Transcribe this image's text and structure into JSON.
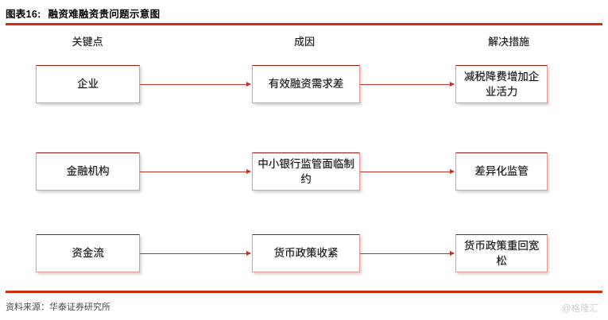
{
  "figure": {
    "label": "图表16:",
    "title": "融资难融资贵问题示意图",
    "rule_color": "#d42a10"
  },
  "columns": [
    {
      "key": "key_points",
      "header": "关键点"
    },
    {
      "key": "causes",
      "header": "成因"
    },
    {
      "key": "measures",
      "header": "解决措施"
    }
  ],
  "rows": [
    {
      "key_point": "企业",
      "cause": "有效融资需求差",
      "measure": "减税降费增加企业活力",
      "arrow1": "arrow-right-icon",
      "arrow2": "arrow-right-icon"
    },
    {
      "key_point": "金融机构",
      "cause": "中小银行监管面临制约",
      "measure": "差异化监管",
      "arrow1": "arrow-right-icon",
      "arrow2": "arrow-right-icon"
    },
    {
      "key_point": "资金流",
      "cause": "货币政策收紧",
      "measure": "货币政策重回宽松",
      "arrow1": "arrow-right-icon",
      "arrow2": "arrow-right-icon"
    }
  ],
  "footer": {
    "source": "资料来源：华泰证券研究所",
    "watermark": "@格隆汇"
  },
  "colors": {
    "accent_rule": "#d42a10",
    "box_border_top": "#9b1a15",
    "box_border": "#e79a93",
    "arrow": "#c0332a",
    "watermark": "#cfcfcf"
  }
}
